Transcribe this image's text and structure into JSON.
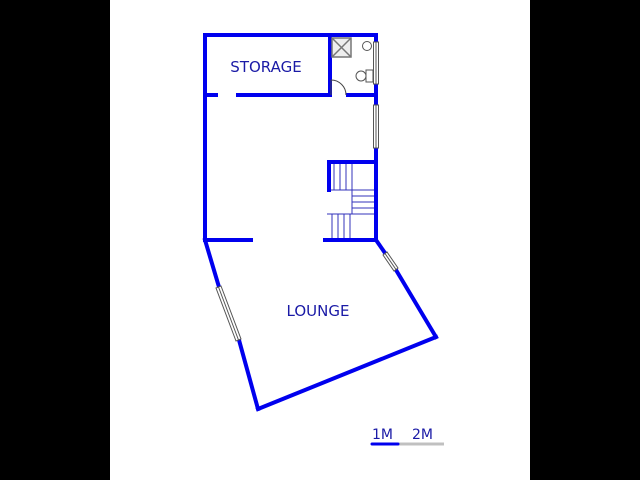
{
  "plan": {
    "rooms": [
      {
        "name": "STORAGE"
      },
      {
        "name": "LOUNGE"
      }
    ],
    "scale_bar": {
      "label_1": "1M",
      "label_2": "2M"
    },
    "colors": {
      "wall": "#0000ee",
      "label": "#1a1aa6",
      "scale_inactive": "#c0c0c0",
      "fixture": "#777777"
    }
  }
}
